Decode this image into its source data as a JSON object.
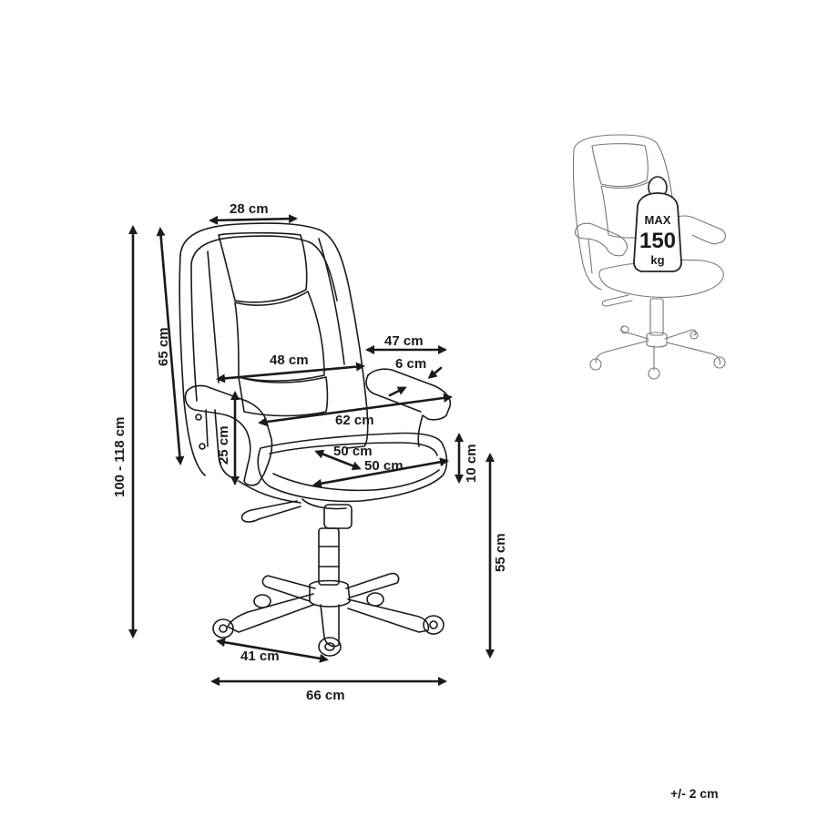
{
  "dimensions": {
    "backrest_width": "28 cm",
    "backrest_height": "65 cm",
    "total_height": "100 - 118 cm",
    "seat_depth_upper": "47 cm",
    "armrest_width": "6 cm",
    "backrest_inner_width": "48 cm",
    "overall_width": "62 cm",
    "armrest_height": "25 cm",
    "seat_width": "50 cm",
    "seat_depth": "50 cm",
    "seat_thickness": "10 cm",
    "seat_height": "55 cm",
    "base_leg": "41 cm",
    "base_diameter": "66 cm"
  },
  "badge": {
    "line1": "MAX",
    "line2": "150",
    "line3": "kg"
  },
  "tolerance": "+/- 2 cm"
}
